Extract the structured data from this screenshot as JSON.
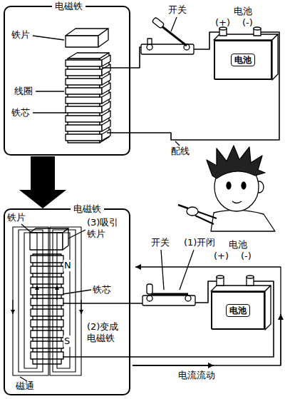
{
  "diagram": {
    "nodes": [
      {
        "text": [
          "电磁铁"
        ]
      },
      {
        "text": [
          "电池",
          "电池"
        ]
      },
      {
        "text": [
          "电磁铁"
        ]
      },
      {
        "text": [
          "电池",
          "电池"
        ]
      }
    ],
    "edges": [
      {
        "from": 0,
        "to": 2,
        "arrow": "to"
      }
    ],
    "labels": [
      "铁片",
      "线圈",
      "铁芯",
      "开关",
      "(+)",
      "(-)",
      "配线",
      "铁片",
      "(3)吸引 铁片",
      "N",
      "铁芯",
      "(2)变成 电磁铁",
      "S",
      "磁通",
      "开关",
      "(1)开闭",
      "(+)",
      "(-)",
      "电流流动"
    ]
  }
}
